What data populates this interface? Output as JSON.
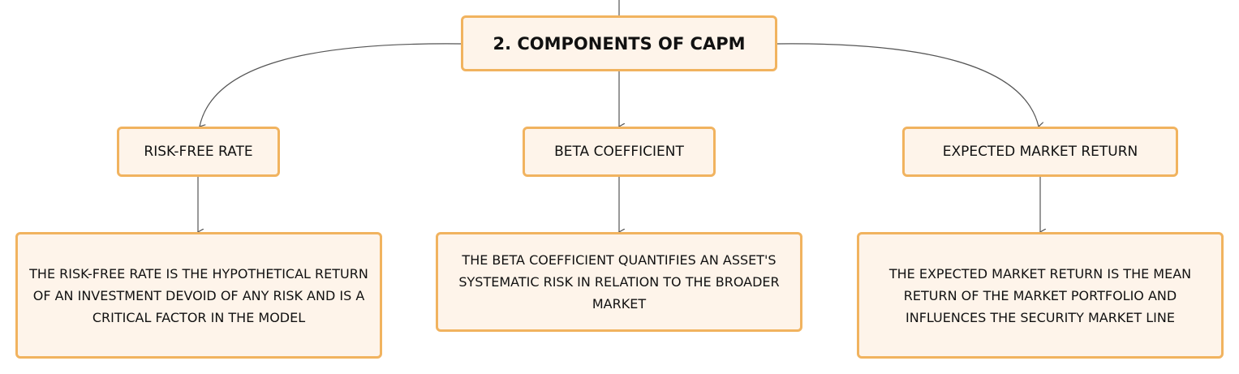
{
  "colors": {
    "node_fill": "#fef4ea",
    "node_border": "#f1b35f",
    "connector": "#555555"
  },
  "root": {
    "label": "2. COMPONENTS OF CAPM"
  },
  "branches": [
    {
      "label": "RISK-FREE RATE",
      "description": "THE RISK-FREE RATE IS THE HYPOTHETICAL RETURN OF AN INVESTMENT DEVOID OF ANY RISK AND IS A CRITICAL FACTOR IN THE MODEL"
    },
    {
      "label": "BETA COEFFICIENT",
      "description": "THE BETA COEFFICIENT QUANTIFIES AN ASSET'S SYSTEMATIC RISK IN RELATION TO THE BROADER MARKET"
    },
    {
      "label": "EXPECTED MARKET RETURN",
      "description": "THE EXPECTED MARKET RETURN IS THE MEAN RETURN OF THE MARKET PORTFOLIO AND INFLUENCES THE SECURITY MARKET LINE"
    }
  ]
}
